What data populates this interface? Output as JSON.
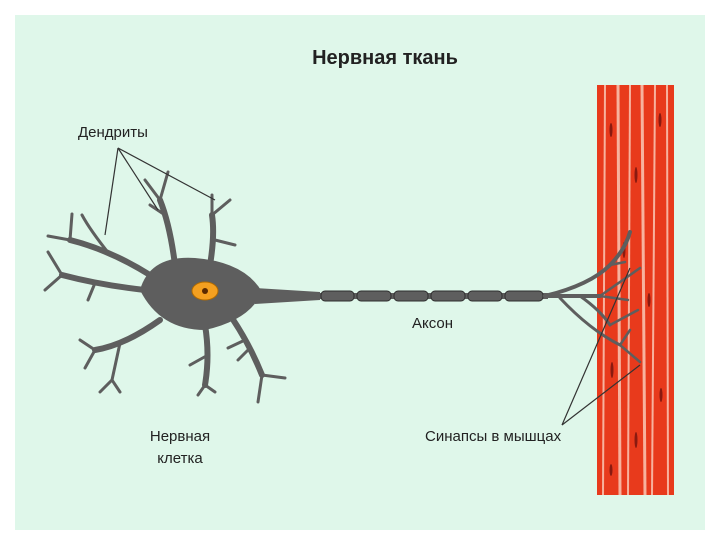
{
  "title": "Нервная ткань",
  "labels": {
    "dendrites": "Дендриты",
    "axon": "Аксон",
    "cell_line1": "Нервная",
    "cell_line2": "клетка",
    "synapses": "Синапсы в мышцах"
  },
  "colors": {
    "background": "#dff7ea",
    "neuron": "#5e5e5e",
    "nucleus": "#f4a020",
    "muscle": "#e83a1c",
    "muscle_stripe": "#f7b29e"
  }
}
